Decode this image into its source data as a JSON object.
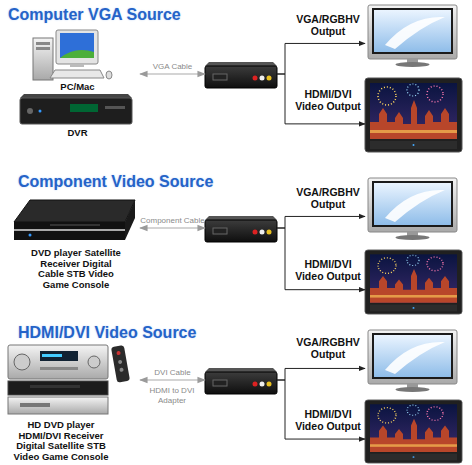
{
  "diagram": {
    "nodes": [
      {
        "text": [
          "Computer VGA Source"
        ]
      },
      {
        "text": [
          "PC/Mac",
          "DVR"
        ],
        "in": 0
      },
      {
        "text": [],
        "in": 0
      },
      {
        "text": [
          "VGA/RGBHV Output"
        ],
        "in": 0
      },
      {
        "text": [
          "HDMI/DVI Video Output"
        ],
        "in": 0
      },
      {
        "text": [
          "Component Video Source"
        ]
      },
      {
        "text": [
          "DVD player Satellite Receiver Digital Cable STB Video Game Console"
        ],
        "in": 5
      },
      {
        "text": [],
        "in": 5
      },
      {
        "text": [
          "VGA/RGBHV Output"
        ],
        "in": 5
      },
      {
        "text": [
          "HDMI/DVI Video Output"
        ],
        "in": 5
      },
      {
        "text": [
          "HDMI/DVI Video Source"
        ]
      },
      {
        "text": [
          "HD DVD player HDMI/DVI Receiver Digital Satellite STB Video Game Console"
        ],
        "in": 10
      },
      {
        "text": [],
        "in": 10
      },
      {
        "text": [
          "VGA/RGBHV Output"
        ],
        "in": 10
      },
      {
        "text": [
          "HDMI/DVI Video Output"
        ],
        "in": 10
      }
    ],
    "edges": [
      {
        "from": 1,
        "to": 2,
        "label": "VGA Cable",
        "arrow": "both"
      },
      {
        "from": 2,
        "to": 3,
        "arrow": "to"
      },
      {
        "from": 2,
        "to": 4,
        "arrow": "to"
      },
      {
        "from": 6,
        "to": 7,
        "label": "Component Cable",
        "arrow": "both"
      },
      {
        "from": 7,
        "to": 8,
        "arrow": "to"
      },
      {
        "from": 7,
        "to": 9,
        "arrow": "to"
      },
      {
        "from": 11,
        "to": 12,
        "label": "DVI Cable",
        "arrow": "both"
      },
      {
        "from": 12,
        "to": 13,
        "arrow": "to"
      },
      {
        "from": 12,
        "to": 14,
        "arrow": "to"
      }
    ],
    "labels": [
      "HDMI to DVI Adapter"
    ]
  }
}
